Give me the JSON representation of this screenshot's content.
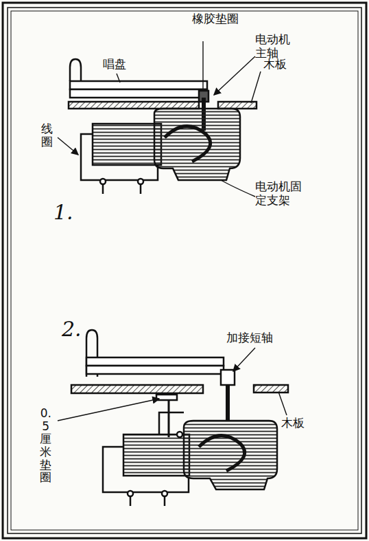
{
  "diagram": {
    "labels": [
      "唱盘",
      "橡胶垫圈",
      "电动机主轴",
      "木板",
      "线圈",
      "电动机固定支架",
      "1.",
      "2.",
      "加接短轴",
      "木板",
      "0.5厘米垫圈"
    ]
  }
}
